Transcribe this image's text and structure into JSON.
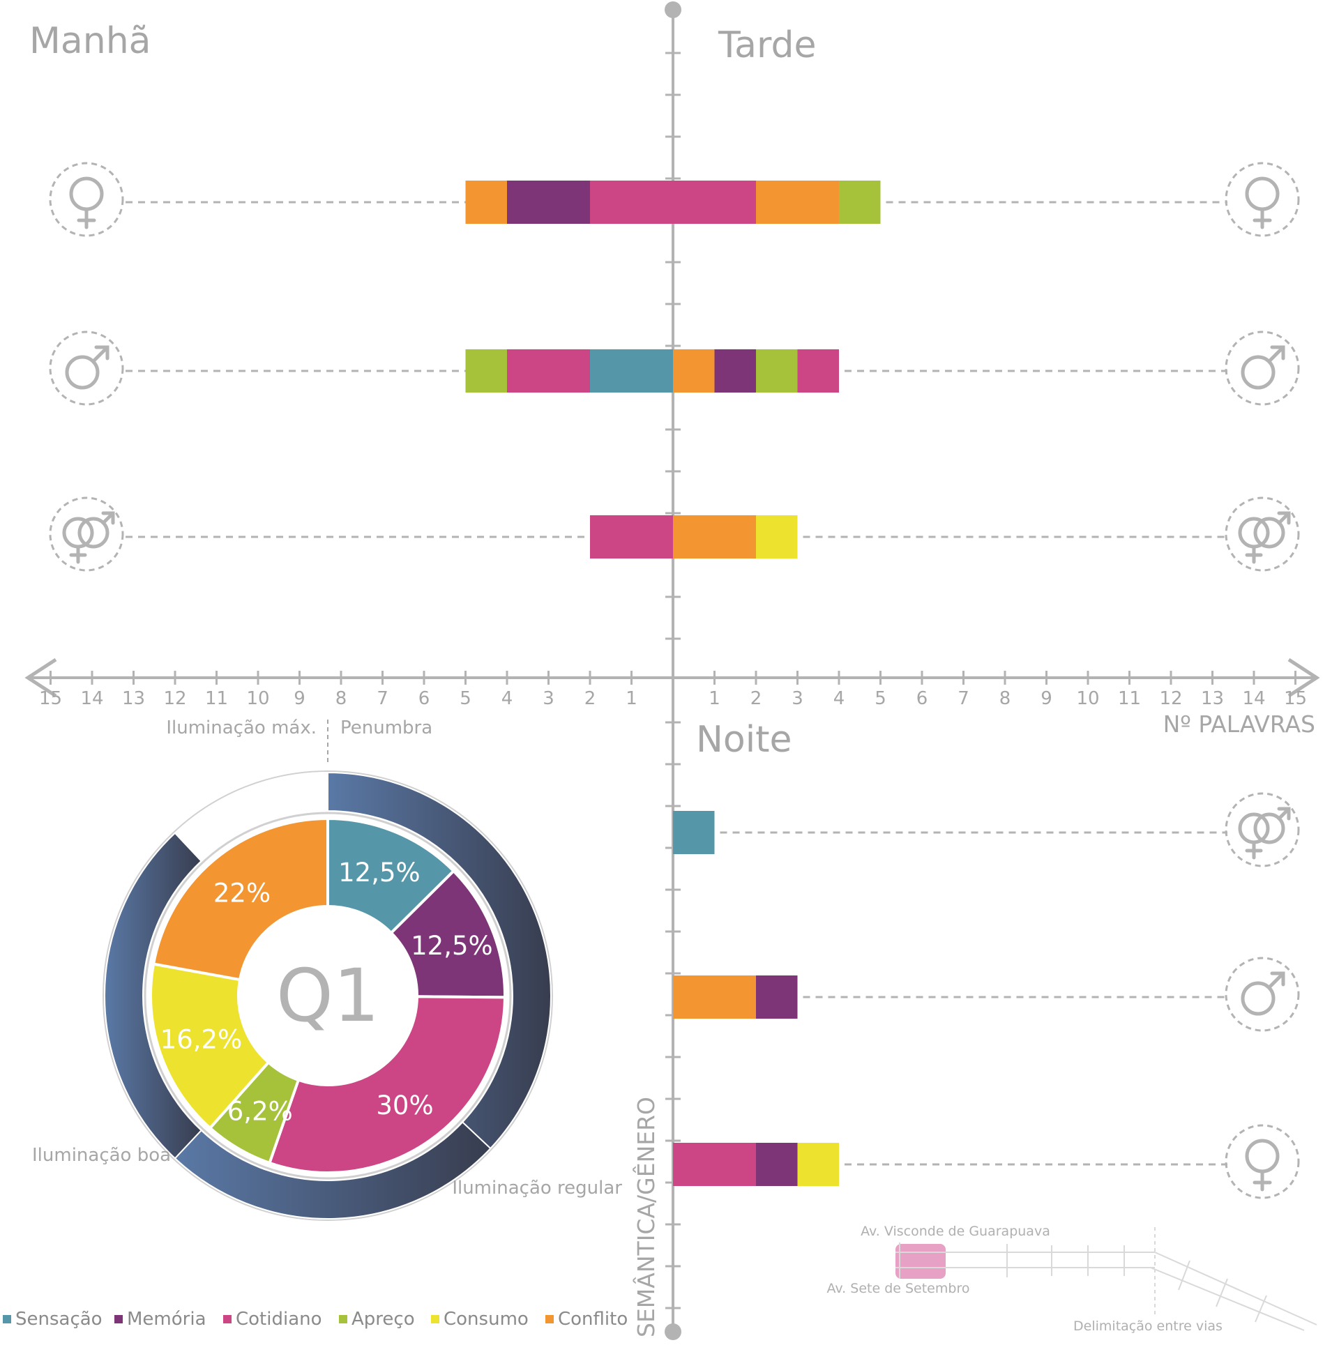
{
  "sections": {
    "morning": "Manhã",
    "afternoon": "Tarde",
    "night": "Noite"
  },
  "axis": {
    "x_label": "Nº PALAVRAS",
    "y_label": "SEMÂNTICA/GÊNERO",
    "x_ticks": [
      "15",
      "14",
      "13",
      "12",
      "11",
      "10",
      "9",
      "8",
      "7",
      "6",
      "5",
      "4",
      "3",
      "2",
      "1",
      "1",
      "2",
      "3",
      "4",
      "5",
      "6",
      "7",
      "8",
      "9",
      "10",
      "11",
      "12",
      "13",
      "14",
      "15"
    ]
  },
  "colors": {
    "sensacao": "#5597a8",
    "memoria": "#7d3577",
    "cotidiano": "#cc4585",
    "apreco": "#a6c23b",
    "consumo": "#ede32e",
    "conflito": "#f39530",
    "axis": "#b3b3b3",
    "label": "#a6a6a6"
  },
  "legend": [
    {
      "key": "sensacao",
      "label": "Sensação"
    },
    {
      "key": "memoria",
      "label": "Memória"
    },
    {
      "key": "cotidiano",
      "label": "Cotidiano"
    },
    {
      "key": "apreco",
      "label": "Apreço"
    },
    {
      "key": "consumo",
      "label": "Consumo"
    },
    {
      "key": "conflito",
      "label": "Conflito"
    }
  ],
  "chart_data": [
    {
      "type": "bar",
      "x_range": [
        -15,
        15
      ],
      "xlabel": "Nº PALAVRAS",
      "ylabel": "SEMÂNTICA/GÊNERO",
      "rows": [
        {
          "period": "Manhã / Tarde",
          "gender": "female",
          "icon": "female-icon",
          "segments": [
            {
              "category": "conflito",
              "from": -5,
              "to": -4
            },
            {
              "category": "memoria",
              "from": -4,
              "to": -2
            },
            {
              "category": "cotidiano",
              "from": -2,
              "to": 0
            },
            {
              "category": "cotidiano",
              "from": 0,
              "to": 2
            },
            {
              "category": "conflito",
              "from": 2,
              "to": 4
            },
            {
              "category": "apreco",
              "from": 4,
              "to": 5
            }
          ]
        },
        {
          "period": "Manhã / Tarde",
          "gender": "male",
          "icon": "male-icon",
          "segments": [
            {
              "category": "apreco",
              "from": -5,
              "to": -4
            },
            {
              "category": "cotidiano",
              "from": -4,
              "to": -2
            },
            {
              "category": "sensacao",
              "from": -2,
              "to": 0
            },
            {
              "category": "conflito",
              "from": 0,
              "to": 1
            },
            {
              "category": "memoria",
              "from": 1,
              "to": 2
            },
            {
              "category": "apreco",
              "from": 2,
              "to": 3
            },
            {
              "category": "cotidiano",
              "from": 3,
              "to": 4
            }
          ]
        },
        {
          "period": "Manhã / Tarde",
          "gender": "both",
          "icon": "both-genders-icon",
          "segments": [
            {
              "category": "cotidiano",
              "from": -2,
              "to": 0
            },
            {
              "category": "conflito",
              "from": 0,
              "to": 2
            },
            {
              "category": "consumo",
              "from": 2,
              "to": 3
            }
          ]
        },
        {
          "period": "Noite",
          "gender": "both",
          "icon": "both-genders-icon",
          "segments": [
            {
              "category": "sensacao",
              "from": 0,
              "to": 1
            }
          ]
        },
        {
          "period": "Noite",
          "gender": "male",
          "icon": "male-icon",
          "segments": [
            {
              "category": "conflito",
              "from": 0,
              "to": 2
            },
            {
              "category": "memoria",
              "from": 2,
              "to": 3
            }
          ]
        },
        {
          "period": "Noite",
          "gender": "female",
          "icon": "female-icon",
          "segments": [
            {
              "category": "cotidiano",
              "from": 0,
              "to": 2
            },
            {
              "category": "memoria",
              "from": 2,
              "to": 3
            },
            {
              "category": "consumo",
              "from": 3,
              "to": 4
            }
          ]
        }
      ]
    },
    {
      "type": "pie",
      "center_label": "Q1",
      "slices": [
        {
          "category": "sensacao",
          "value": 12.5,
          "label": "12,5%"
        },
        {
          "category": "memoria",
          "value": 12.5,
          "label": "12,5%"
        },
        {
          "category": "cotidiano",
          "value": 30,
          "label": "30%"
        },
        {
          "category": "apreco",
          "value": 6.2,
          "label": "6,2%"
        },
        {
          "category": "consumo",
          "value": 16.2,
          "label": "16,2%"
        },
        {
          "category": "conflito",
          "value": 22,
          "label": "22%"
        }
      ],
      "ring": [
        {
          "label": "Iluminação máx.",
          "value": 0
        },
        {
          "label": "Penumbra",
          "value": 37
        },
        {
          "label": "Iluminação regular",
          "value": 25
        },
        {
          "label": "Iluminação boa",
          "value": 26
        },
        {
          "label": "",
          "value": 12
        }
      ]
    }
  ],
  "map": {
    "street_top": "Av. Visconde de Guarapuava",
    "street_bottom": "Av. Sete de Setembro",
    "note": "Delimitação entre vias"
  }
}
